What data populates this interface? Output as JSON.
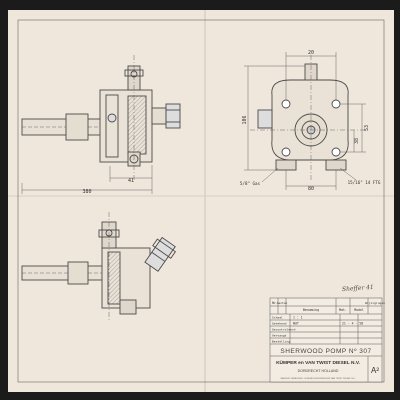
{
  "drawing": {
    "title": "SHERWOOD POMP Nº 307",
    "company": "KÜMPER en VAN TWIST DIESEL N.V.",
    "location": "DORDRECHT  HOLLAND",
    "format": "A²",
    "handwritten_note": "Sheffer 41"
  },
  "dimensions": {
    "side_total": "380",
    "side_partial": "41",
    "front_top": "20",
    "front_height": "106",
    "front_right_a": "53",
    "front_right_b": "38",
    "front_bottom": "80",
    "front_left_thread": "5/8\" Gas",
    "front_right_thread": "15/16\" 14 FTG"
  },
  "title_block": {
    "col_nr": "Nr",
    "col_aantal": "Aantal",
    "col_benaming": "Benaming",
    "col_mat": "Mat.",
    "col_model": "Model",
    "row_schaal_label": "Schaal",
    "row_schaal_value": "1 : 1",
    "row_getekend_label": "Getekend",
    "row_getekend_name": "Wdf",
    "row_getekend_date": "21 - 4 - 58",
    "row_gecontroleerd_label": "Gecontroleerd",
    "row_vervangt_label": "Vervangt",
    "row_bestelling_label": "Bestelling",
    "wijzigingen_label": "Wijzigingen",
    "copyright": "NADRUK VERBODEN · EIGENDOM KÜMPER EN VAN TWIST DIESEL N.V."
  }
}
